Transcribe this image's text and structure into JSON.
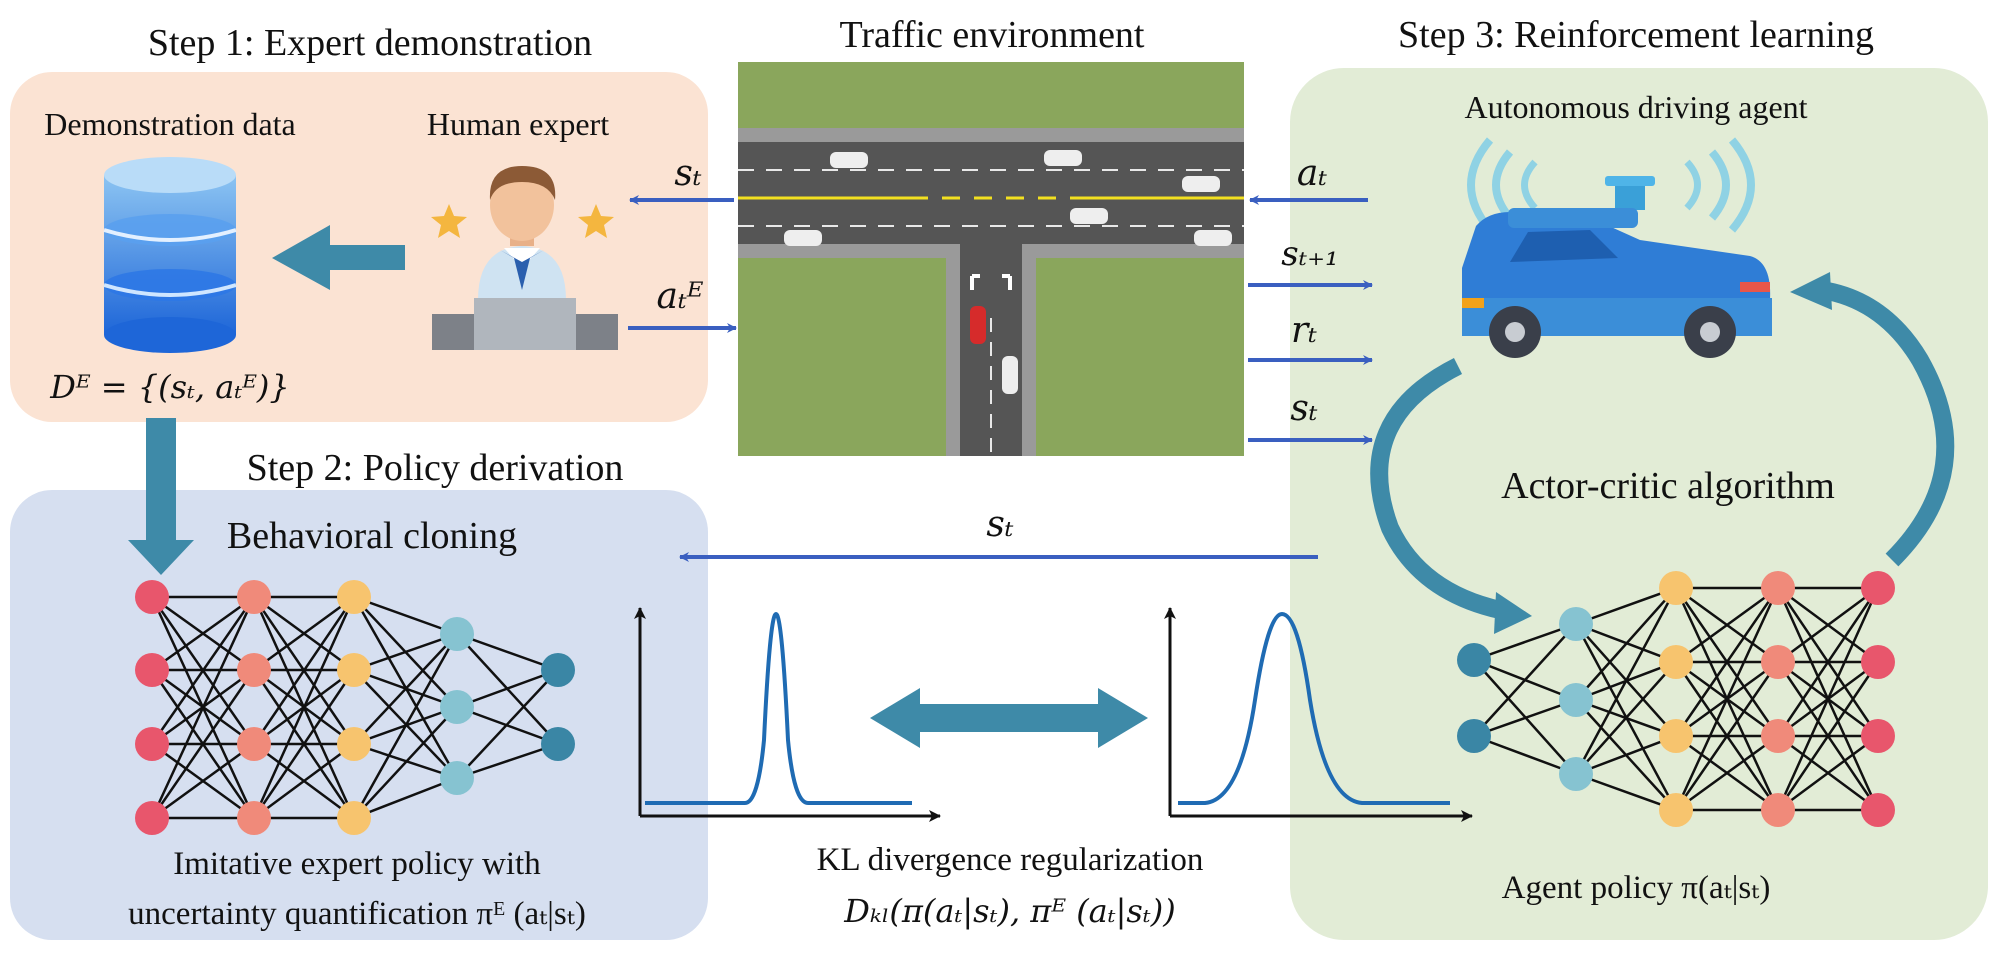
{
  "step1": {
    "title": "Step 1: Expert demonstration",
    "demo_label": "Demonstration data",
    "expert_label": "Human expert",
    "formula": "Dᴱ = {(sₜ, aₜᴱ)}"
  },
  "env": {
    "title": "Traffic environment"
  },
  "step2": {
    "title": "Step 2: Policy derivation",
    "bc_label": "Behavioral cloning",
    "policy_line1": "Imitative expert policy with",
    "policy_line2": "uncertainty quantification πᴱ (aₜ|sₜ)"
  },
  "step3": {
    "title": "Step 3: Reinforcement learning",
    "agent_label": "Autonomous driving agent",
    "ac_label": "Actor-critic algorithm",
    "policy_label": "Agent policy π(aₜ|sₜ)"
  },
  "kl": {
    "line1": "KL divergence regularization",
    "line2": "Dₖₗ(π(aₜ|sₜ), πᴱ (aₜ|sₜ))"
  },
  "signals": {
    "st_to_expert": "sₜ",
    "at_expert": "aₜᴱ",
    "at_agent": "aₜ",
    "st1": "sₜ₊₁",
    "rt": "rₜ",
    "st_agent": "sₜ",
    "st_feedback": "sₜ"
  },
  "colors": {
    "step1_bg": "#fbe3d3",
    "step2_bg": "#d6dff0",
    "step3_bg": "#e2ecd6",
    "arrow_blue": "#3a5fc0",
    "teal_arrow": "#3e8aa8",
    "grass": "#8aa65c",
    "road": "#555555",
    "node_red": "#e8566c",
    "node_salmon": "#f08a7a",
    "node_yellow": "#f7c46e",
    "node_light": "#86c3d1",
    "node_dark": "#3a86a5"
  }
}
